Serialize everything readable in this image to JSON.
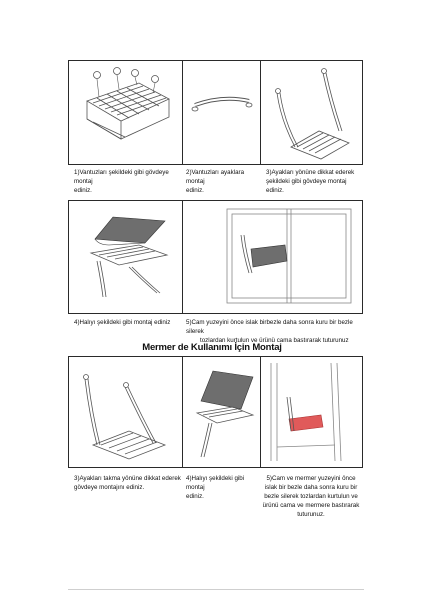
{
  "section_title": "Mermer de Kullanımı İçin Montaj",
  "steps_top": [
    {
      "lines": [
        "1)Vantuzları şekildeki gibi gövdeye montaj",
        "ediniz."
      ]
    },
    {
      "lines": [
        "2)Vantuzları ayaklara montaj",
        "ediniz."
      ]
    },
    {
      "lines": [
        "3)Ayakları yönüne dikkat ederek",
        "şekildeki gibi gövdeye montaj ediniz."
      ]
    },
    {
      "lines": [
        "4)Halıyı şekildeki gibi montaj ediniz"
      ]
    },
    {
      "lines": [
        "5)Cam yuzeyini önce islak birbezle daha sonra kuru bir bezle silerek",
        "tozlardan kurtulun ve ürünü cama bastırarak tuturunuz"
      ]
    }
  ],
  "steps_bottom": [
    {
      "lines": [
        "3)Ayakları takma yönüne dikkat ederek",
        "gövdeye montajını ediniz."
      ]
    },
    {
      "lines": [
        "4)Halıyı şekildeki gibi montaj",
        "ediniz."
      ]
    },
    {
      "lines": [
        "5)Cam ve mermer yuzeyini önce",
        "islak bir bezle daha sonra kuru bir",
        "bezle silerek tozlardan kurtulun ve",
        "ürünü cama ve mermere bastırarak",
        "tuturunuz."
      ]
    }
  ],
  "colors": {
    "border": "#2a2a2a",
    "line_art": "#555555",
    "mat": "#6e6e6e",
    "marble_accent": "#e05a5a"
  }
}
